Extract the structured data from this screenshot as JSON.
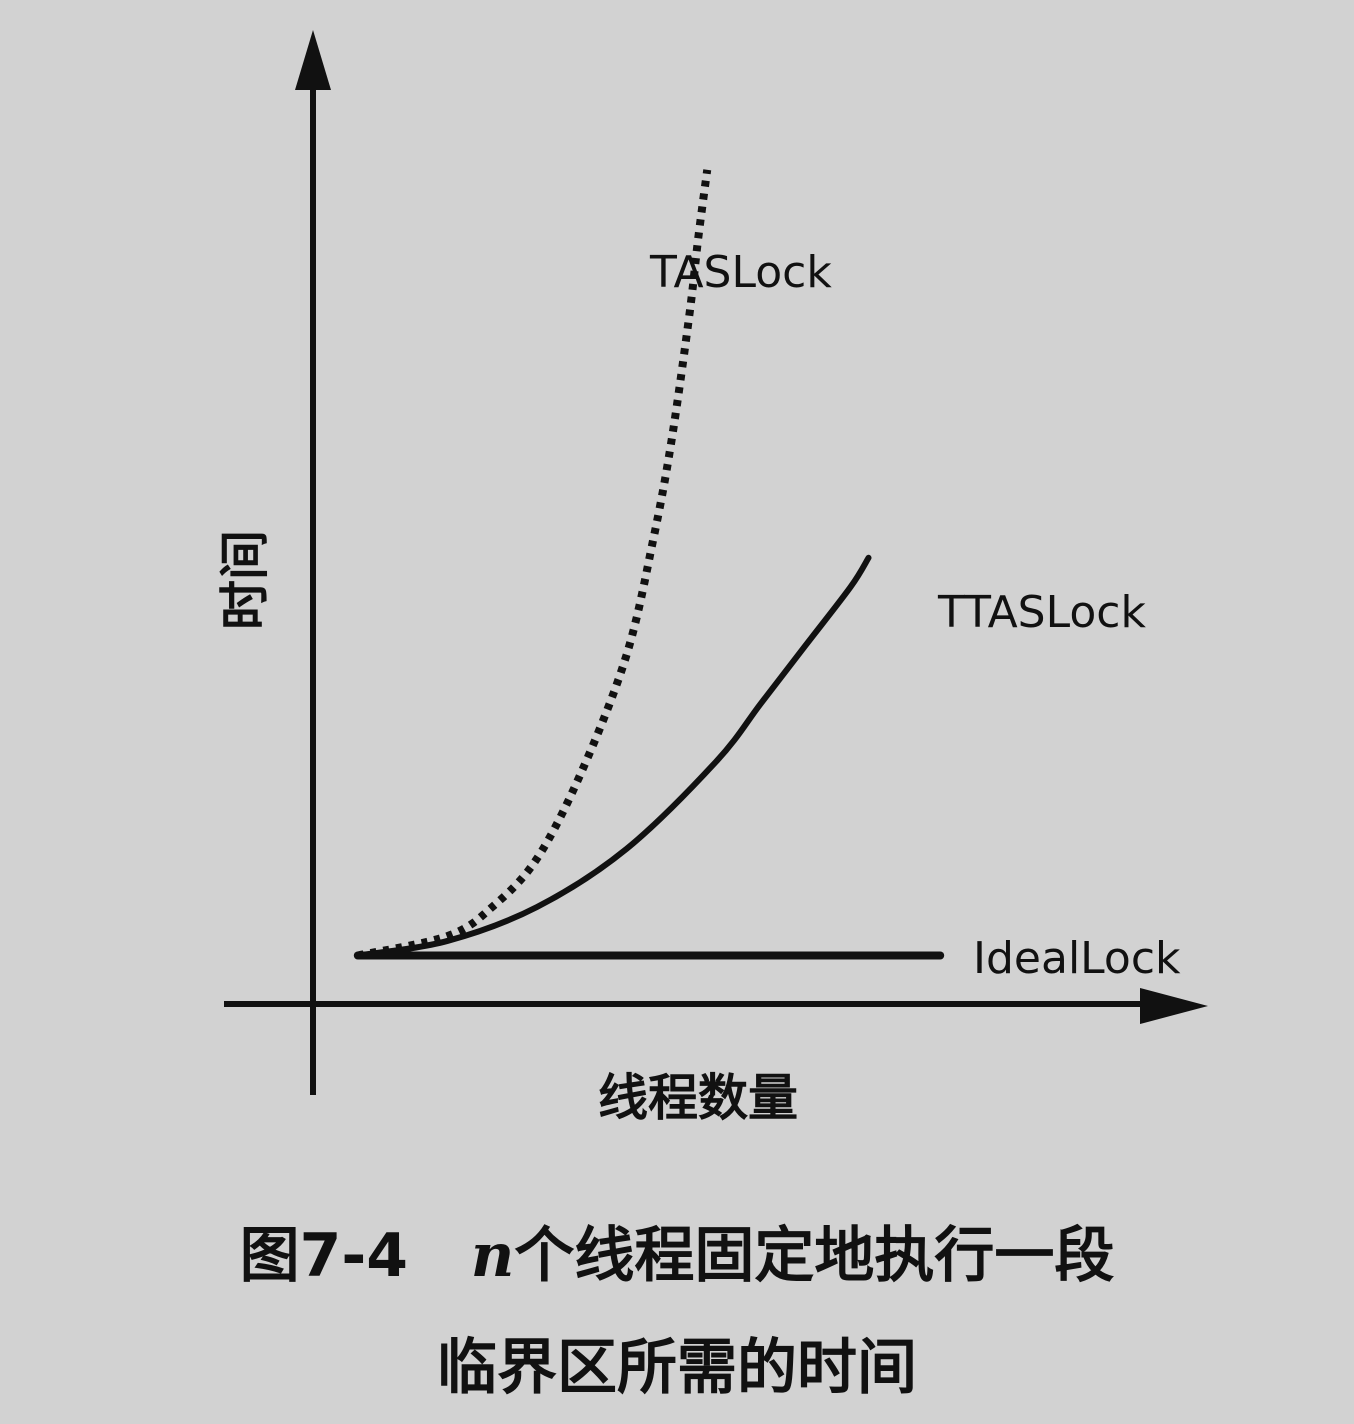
{
  "chart_data": {
    "type": "line",
    "xlabel": "线程数量",
    "ylabel": "时间",
    "xlim": [
      0,
      10
    ],
    "ylim": [
      0,
      10
    ],
    "grid": false,
    "legend": "inline labels at curve ends",
    "series": [
      {
        "name": "TASLock",
        "style": "dotted",
        "x": [
          0.5,
          1.5,
          2.0,
          2.5,
          3.0,
          3.5,
          3.8,
          4.0,
          4.2,
          4.3,
          4.4
        ],
        "y": [
          0.5,
          0.7,
          1.0,
          1.5,
          2.4,
          3.6,
          4.8,
          5.8,
          7.1,
          7.9,
          8.6
        ]
      },
      {
        "name": "TTASLock",
        "style": "solid",
        "x": [
          0.5,
          1.5,
          2.5,
          3.5,
          4.5,
          5.0,
          5.5,
          6.0,
          6.2
        ],
        "y": [
          0.5,
          0.65,
          1.0,
          1.6,
          2.5,
          3.1,
          3.7,
          4.3,
          4.6
        ]
      },
      {
        "name": "IdealLock",
        "style": "solid",
        "x": [
          0.5,
          7.0
        ],
        "y": [
          0.5,
          0.5
        ]
      }
    ]
  },
  "caption": {
    "figure_number": "图7-4",
    "var": "n",
    "line1_rest": "个线程固定地执行一段",
    "line2": "临界区所需的时间"
  }
}
